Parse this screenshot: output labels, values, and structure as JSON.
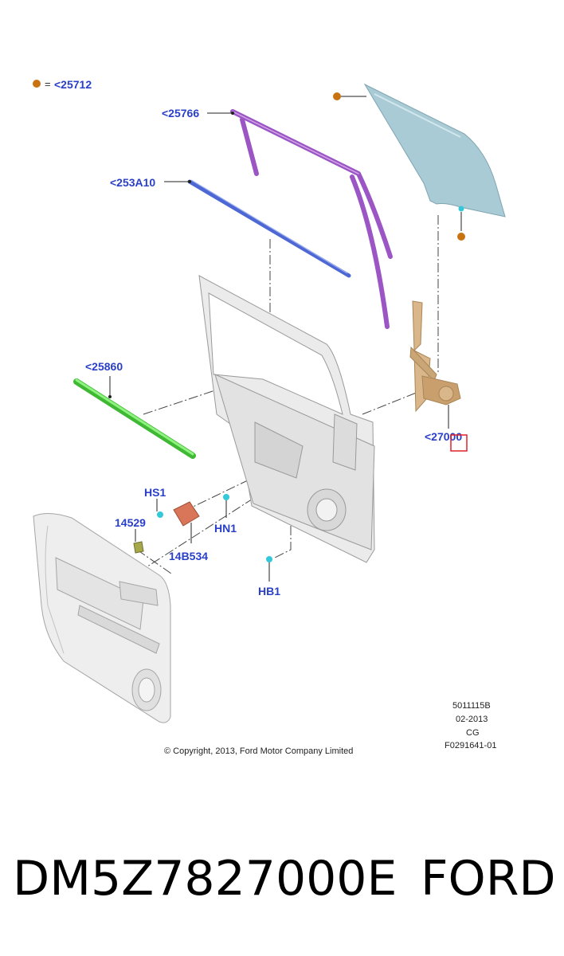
{
  "legend": {
    "equals": "=",
    "label": "<25712",
    "dot_color": "#c8730f"
  },
  "callouts": {
    "c25766": "<25766",
    "c253a10": "<253A10",
    "c25860": "<25860",
    "c27000": "<27000",
    "hs1": "HS1",
    "c14529": "14529",
    "hn1": "HN1",
    "c14b534": "14B534",
    "hb1": "HB1"
  },
  "meta": {
    "line1": "5011115B",
    "line2": "02-2013",
    "line3": "CG",
    "line4": "F0291641-01"
  },
  "copyright": "© Copyright, 2013, Ford Motor Company Limited",
  "footer": {
    "part_number": "DM5Z7827000E",
    "brand": "FORD"
  },
  "colors": {
    "callout_text": "#2a3fc8",
    "glass": "#a9cbd6",
    "run_channel": "#9b55c4",
    "belt_outer": "#4d68d4",
    "belt_inner": "#58d848",
    "regulator": "#d9b78a",
    "module": "#d9765a",
    "highlight": "#e0202a",
    "fastener": "#35c8d8",
    "door": "#ebebeb"
  }
}
